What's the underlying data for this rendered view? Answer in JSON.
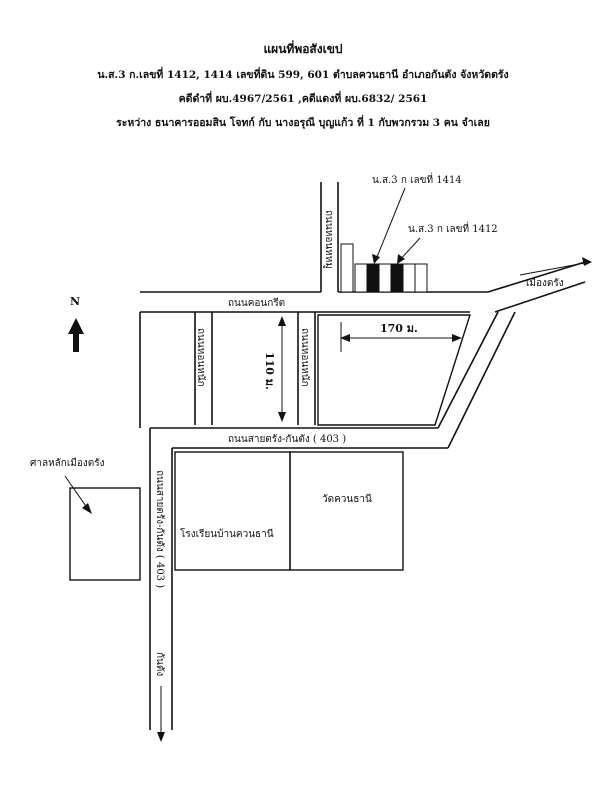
{
  "header": {
    "title": "แผนที่พอสังเขป",
    "line1": "น.ส.3 ก.เลขที่ 1412, 1414  เลขที่ดิน 599, 601 ตำบลควนธานี อำเภอกันตัง จังหวัดตรัง",
    "line2": "คดีดำที่ ผบ.4967/2561 ,คดีแดงที่ ผบ.6832/ 2561",
    "line3": "ระหว่าง ธนาคารออมสิน โจทก์  กับ นางอรุณี  บุญแก้ว ที่ 1 กับพวกรวม 3 คน  จำเลย"
  },
  "map": {
    "north": "N",
    "plot_1414": "น.ส.3 ก เลขที่ 1414",
    "plot_1412": "น.ส.3 ก เลขที่ 1412",
    "road_top_vertical": "ถนนหอนหหมู",
    "road_konkrit": "ถนนคอนกรีต",
    "to_trang": "เมืองตรัง",
    "road_left_inner": "ถนนหอนหนัก",
    "road_right_inner": "ถนนหอนหนัก",
    "dim_110": "110 ม.",
    "dim_170": "170 ม.",
    "highway": "ถนนสายตรัง-กันตัง ( 403 )",
    "highway_vertical": "ถนนสายตรัง-กันตัง ( 403 )",
    "to_kantang": "กันตัง",
    "shrine": "ศาลหลักเมืองตรัง",
    "temple": "วัดควนธานี",
    "school": "โรงเรียนบ้านควนธานี"
  }
}
